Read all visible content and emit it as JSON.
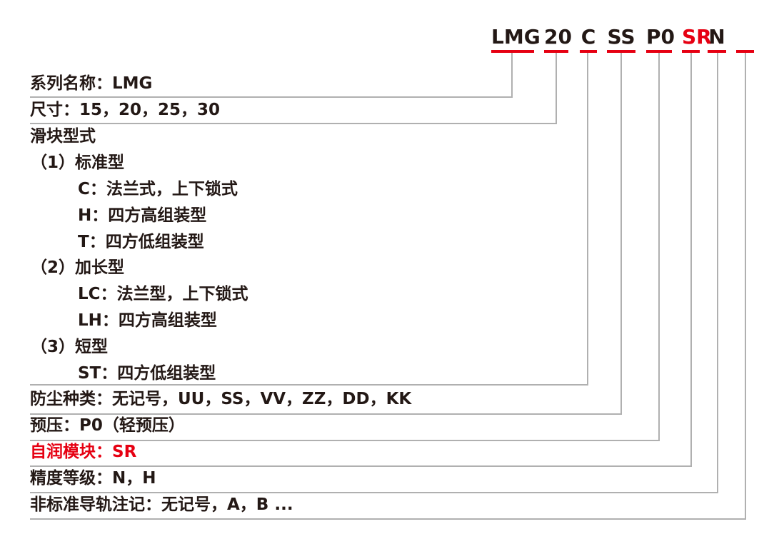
{
  "colors": {
    "accent_red": "#e60012",
    "text_dark": "#231815",
    "leader_line_gray": "#b0b0b0",
    "background": "#ffffff"
  },
  "model_code": {
    "full_code": "LMG 20 C SS P0 SR N",
    "segments": [
      {
        "text": "LMG",
        "red": false
      },
      {
        "text": "20",
        "red": false
      },
      {
        "text": "C",
        "red": false
      },
      {
        "text": "SS",
        "red": false
      },
      {
        "text": "P0",
        "red": false
      },
      {
        "text": "SR",
        "red": true
      },
      {
        "text": "N",
        "red": false
      },
      {
        "text": "",
        "red": false
      }
    ]
  },
  "rows": [
    {
      "text": "系列名称：LMG",
      "indent": 0,
      "red": false
    },
    {
      "text": "尺寸：15，20，25，30",
      "indent": 0,
      "red": false
    },
    {
      "text": "滑块型式",
      "indent": 0,
      "red": false
    },
    {
      "text": "（1）标准型",
      "indent": 1,
      "red": false
    },
    {
      "text": "C：法兰式，上下锁式",
      "indent": 2,
      "red": false
    },
    {
      "text": "H：四方高组装型",
      "indent": 2,
      "red": false
    },
    {
      "text": "T：四方低组装型",
      "indent": 2,
      "red": false
    },
    {
      "text": "（2）加长型",
      "indent": 1,
      "red": false
    },
    {
      "text": "LC：法兰型，上下锁式",
      "indent": 2,
      "red": false
    },
    {
      "text": "LH：四方高组装型",
      "indent": 2,
      "red": false
    },
    {
      "text": "（3）短型",
      "indent": 1,
      "red": false
    },
    {
      "text": "ST：四方低组装型",
      "indent": 2,
      "red": false
    },
    {
      "text": "防尘种类：无记号，UU，SS，VV，ZZ，DD，KK",
      "indent": 0,
      "red": false
    },
    {
      "text": "预压：P0（轻预压）",
      "indent": 0,
      "red": false
    },
    {
      "text": "自润模块：SR",
      "indent": 0,
      "red": true
    },
    {
      "text": "精度等级：N，H",
      "indent": 0,
      "red": false
    },
    {
      "text": "非标准导轨注记：无记号，A，B ...",
      "indent": 0,
      "red": false
    }
  ]
}
